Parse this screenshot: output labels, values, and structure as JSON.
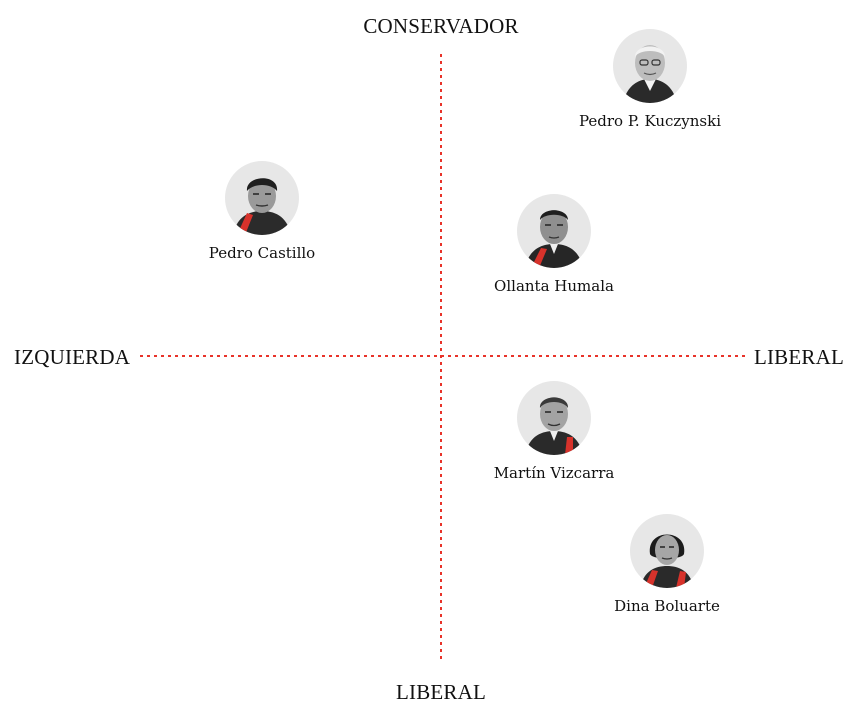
{
  "axes": {
    "top": "CONSERVADOR",
    "bottom": "LIBERAL",
    "left": "IZQUIERDA",
    "right": "LIBERAL",
    "line_color": "#e8332a"
  },
  "people": [
    {
      "id": "kuczynski",
      "name": "Pedro P. Kuczynski",
      "sash": false
    },
    {
      "id": "castillo",
      "name": "Pedro Castillo",
      "sash": true
    },
    {
      "id": "humala",
      "name": "Ollanta Humala",
      "sash": true
    },
    {
      "id": "vizcarra",
      "name": "Martín Vizcarra",
      "sash": true
    },
    {
      "id": "boluarte",
      "name": "Dina Boluarte",
      "sash": true
    }
  ]
}
